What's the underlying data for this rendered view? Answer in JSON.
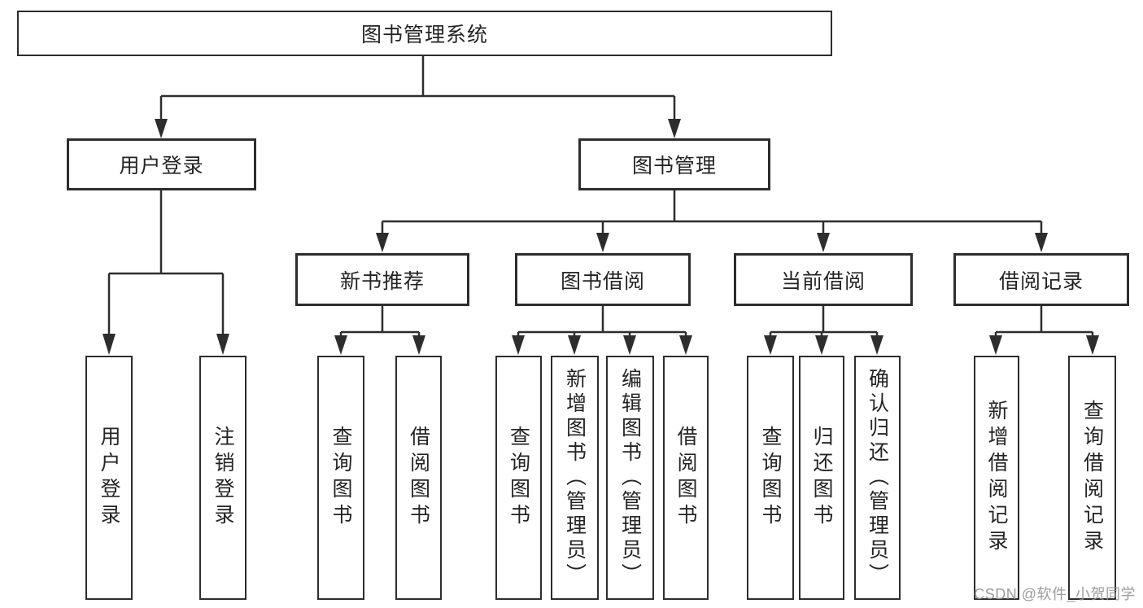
{
  "colors": {
    "background": "#ffffff",
    "line": "#2d2d2d",
    "box_border": "#2d2d2d",
    "text": "#242424",
    "watermark": "#949494"
  },
  "diagram": {
    "type": "hierarchy-tree",
    "root": {
      "label": "图书管理系统"
    },
    "branches": [
      {
        "label": "用户登录",
        "leaves": [
          "用户登录",
          "注销登录"
        ]
      },
      {
        "label": "图书管理",
        "groups": [
          {
            "label": "新书推荐",
            "leaves": [
              "查询图书",
              "借阅图书"
            ]
          },
          {
            "label": "图书借阅",
            "leaves": [
              "查询图书",
              "新增图书（管理员）",
              "编辑图书（管理员）",
              "借阅图书"
            ]
          },
          {
            "label": "当前借阅",
            "leaves": [
              "查询图书",
              "归还图书",
              "确认归还（管理员）"
            ]
          },
          {
            "label": "借阅记录",
            "leaves": [
              "新增借阅记录",
              "查询借阅记录"
            ]
          }
        ]
      }
    ]
  },
  "watermark": {
    "text": "CSDN @软件_小贺同学"
  }
}
